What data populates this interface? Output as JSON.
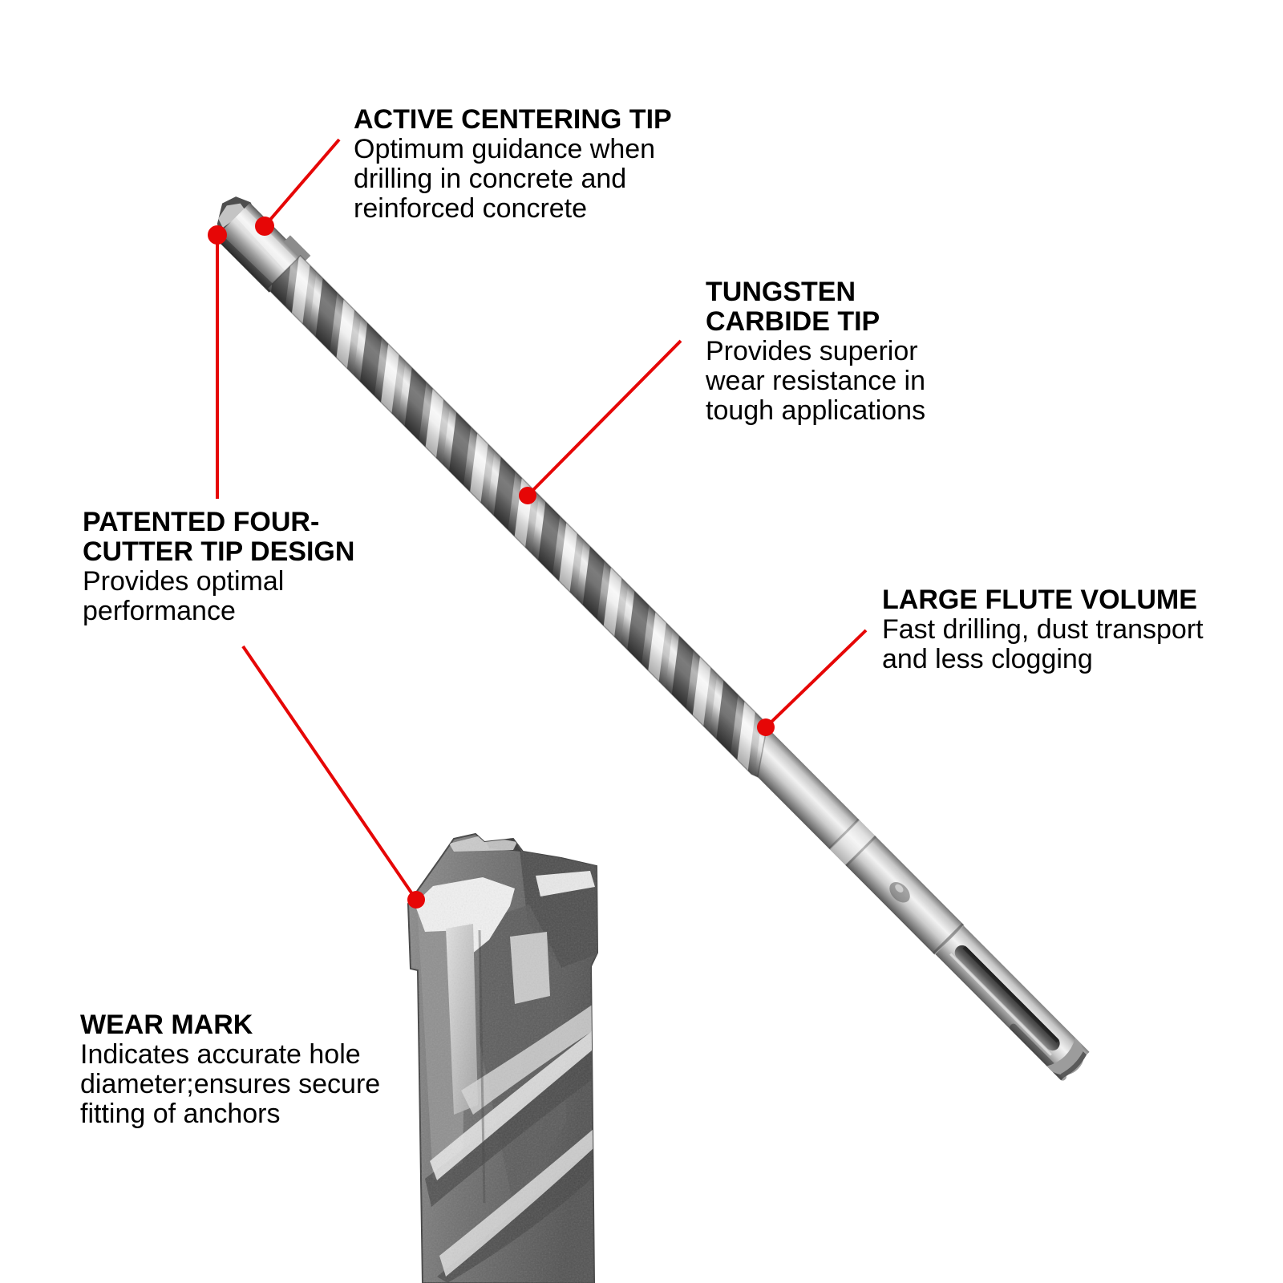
{
  "figure": {
    "background_color": "#ffffff",
    "text_color": "#000000",
    "accent_color": "#e60606"
  },
  "illustration": {
    "main_drill_bit": "angled-hammer-drill-bit",
    "tip_closeup": "four-cutter-carbide-head-closeup"
  },
  "callouts": [
    {
      "id": "active-centering-tip",
      "title": "ACTIVE CENTERING TIP",
      "body": "Optimum guidance when drilling in concrete and reinforced concrete"
    },
    {
      "id": "tungsten-carbide-tip",
      "title": "TUNGSTEN CARBIDE TIP",
      "body": "Provides superior wear resistance in tough applications"
    },
    {
      "id": "patented-four-cutter-tip-design",
      "title": "PATENTED FOUR-CUTTER TIP DESIGN",
      "body": "Provides optimal performance"
    },
    {
      "id": "large-flute-volume",
      "title": "LARGE FLUTE VOLUME",
      "body": "Fast drilling, dust transport and less clogging"
    },
    {
      "id": "wear-mark",
      "title": "WEAR MARK",
      "body": "Indicates accurate hole diameter;ensures secure fitting of anchors"
    }
  ]
}
